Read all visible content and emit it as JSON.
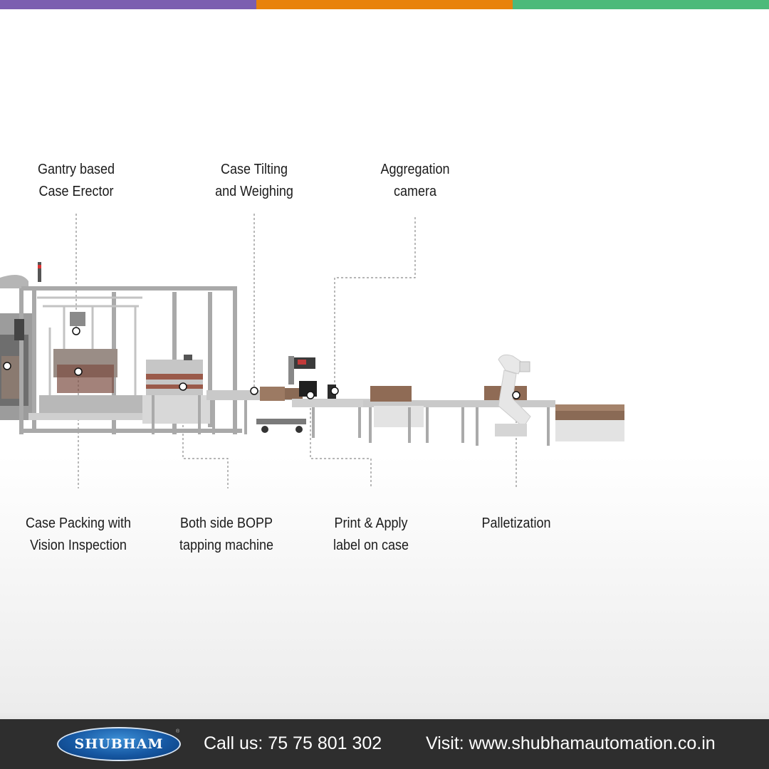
{
  "colors": {
    "top_bar": [
      "#7b5eb0",
      "#e8820c",
      "#4cba7a"
    ],
    "footer_bg": "#2e2e2e",
    "logo_blue": "#1658a3"
  },
  "labels": {
    "gantry": "Gantry based\nCase Erector",
    "tilting": "Case Tilting\nand Weighing",
    "aggregation": "Aggregation\ncamera",
    "case_packing": "Case Packing with\nVision Inspection",
    "bopp": "Both side BOPP\ntapping machine",
    "print_apply": "Print & Apply\nlabel on case",
    "palletization": "Palletization"
  },
  "footer": {
    "logo_text": "SHUBHAM",
    "call": "Call us: 75 75 801 302",
    "visit": "Visit: www.shubhamautomation.co.in"
  }
}
